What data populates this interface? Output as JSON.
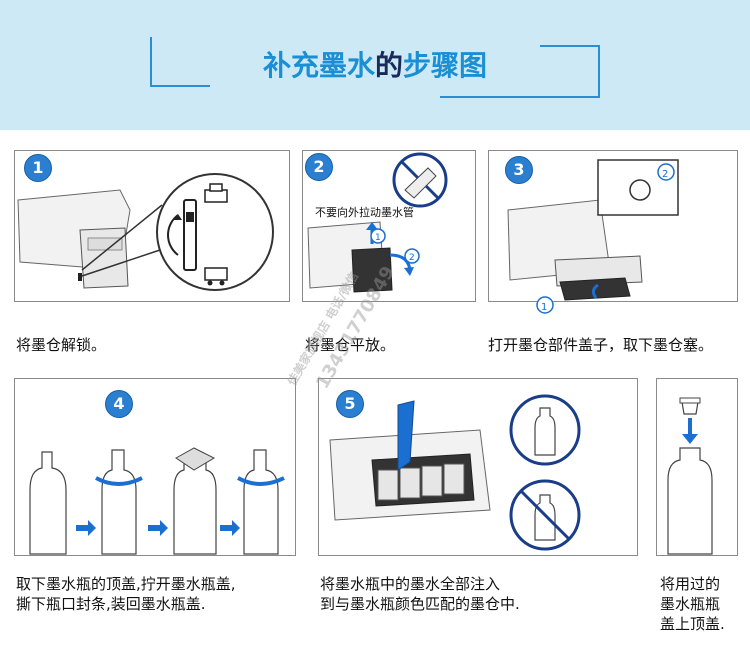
{
  "header": {
    "title_part1": "补充墨水",
    "title_part2": "的",
    "title_part3": "步骤图"
  },
  "steps": [
    {
      "num": "1",
      "caption": "将墨仓解锁。"
    },
    {
      "num": "2",
      "caption": "将墨仓平放。",
      "warning": "不要向外拉动墨水管"
    },
    {
      "num": "3",
      "caption": "打开墨仓部件盖子，取下墨仓塞。"
    },
    {
      "num": "4",
      "caption_line1": "取下墨水瓶的顶盖,拧开墨水瓶盖,",
      "caption_line2": "撕下瓶口封条,装回墨水瓶盖."
    },
    {
      "num": "5",
      "caption_line1": "将墨水瓶中的墨水全部注入",
      "caption_line2": "到与墨水瓶颜色匹配的墨仓中."
    },
    {
      "caption_line1": "将用过的",
      "caption_line2": "墨水瓶瓶",
      "caption_line3": "盖上顶盖."
    }
  ],
  "watermark": {
    "line1": "佳美家旗舰店 电话/微信",
    "line2": "13431770849"
  },
  "colors": {
    "accent": "#2a8fd2",
    "header_bg": "#cde9f5",
    "badge": "#2a7fd0"
  }
}
